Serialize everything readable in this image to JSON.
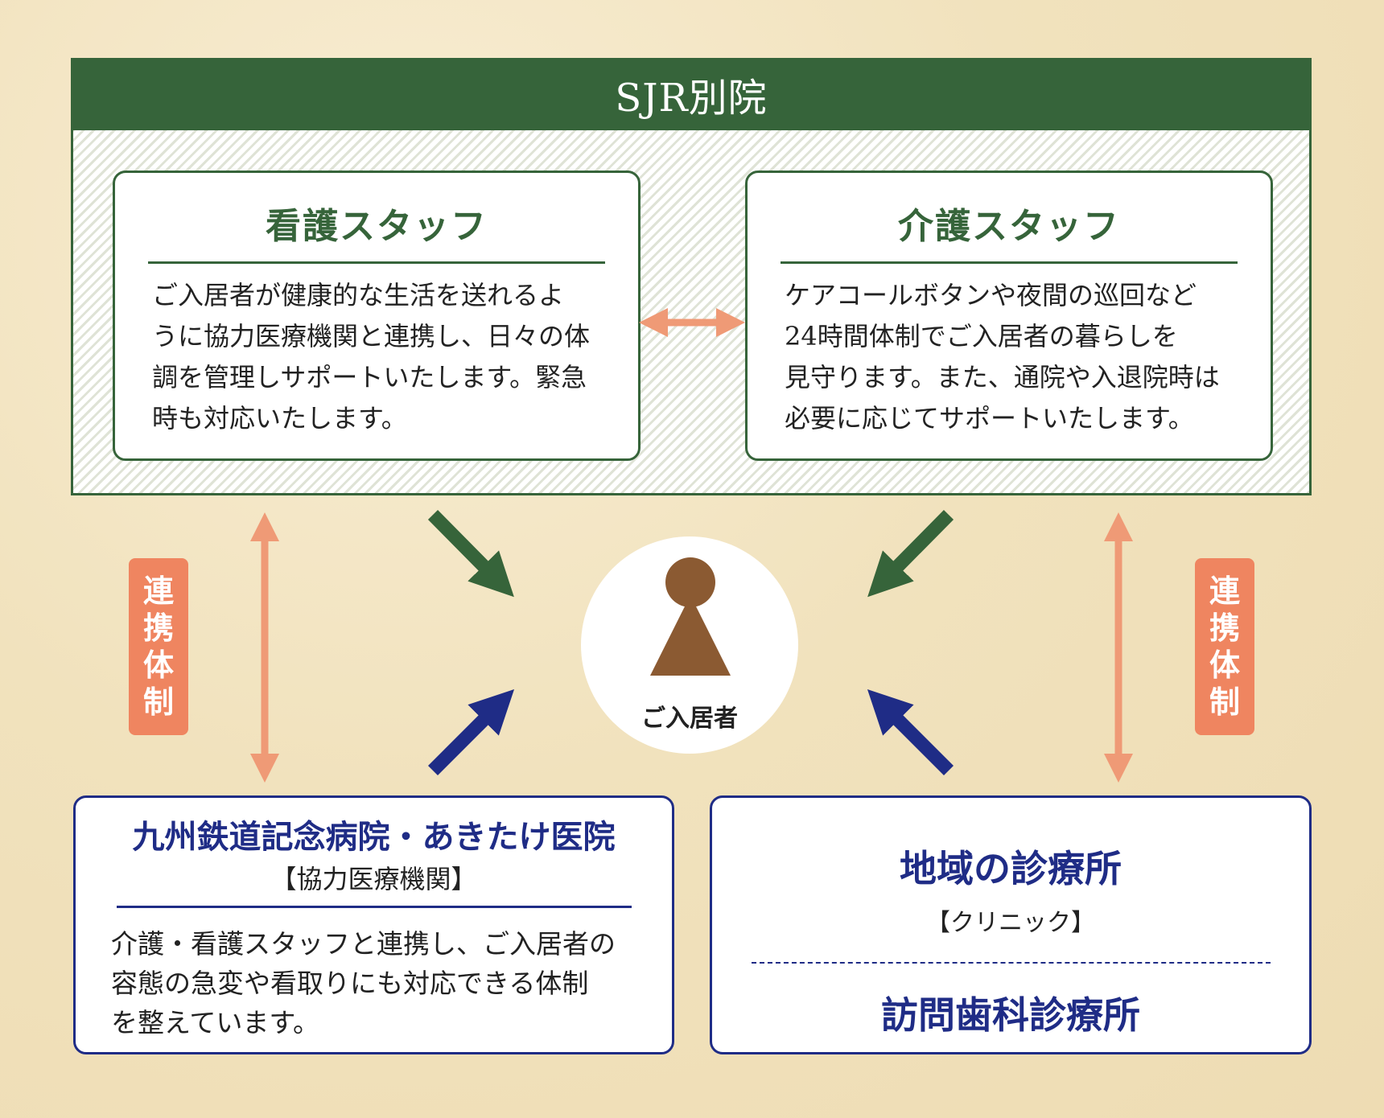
{
  "title": "SJR別院",
  "nursing": {
    "title": "看護スタッフ",
    "lines": [
      "ご入居者が健康的な生活を送れるよ",
      "うに協力医療機関と連携し、日々の体",
      "調を管理しサポートいたします。緊急",
      "時も対応いたします。"
    ]
  },
  "care": {
    "title": "介護スタッフ",
    "lines": [
      "ケアコールボタンや夜間の巡回など",
      "24時間体制でご入居者の暮らしを",
      "見守ります。また、通院や入退院時は",
      "必要に応じてサポートいたします。"
    ]
  },
  "tag_left": [
    "連",
    "携",
    "体",
    "制"
  ],
  "tag_right": [
    "連",
    "携",
    "体",
    "制"
  ],
  "resident": "ご入居者",
  "hospital": {
    "title": "九州鉄道記念病院・あきたけ医院",
    "subtitle": "【協力医療機関】",
    "lines": [
      "介護・看護スタッフと連携し、ご入居者の",
      "容態の急変や看取りにも対応できる体制",
      "を整えています。"
    ]
  },
  "clinic": {
    "title": "地域の診療所",
    "subtitle": "【クリニック】",
    "title2": "訪問歯科診療所"
  },
  "colors": {
    "green": "#36643a",
    "navy": "#1f2c86",
    "salmon": "#ef8560",
    "brown": "#8b5a32"
  }
}
